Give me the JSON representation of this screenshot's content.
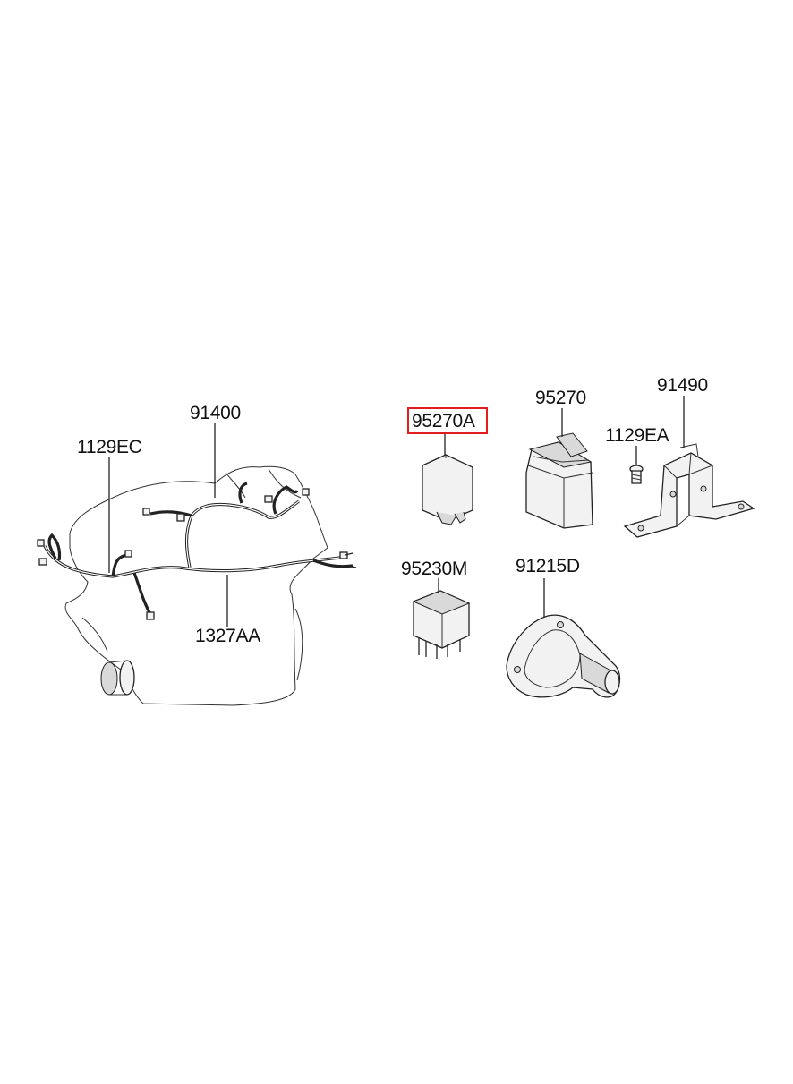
{
  "diagram": {
    "labels": {
      "p91400": "91400",
      "p1129EC": "1129EC",
      "p1327AA": "1327AA",
      "p95270A": "95270A",
      "p95270": "95270",
      "p91490": "91490",
      "p1129EA": "1129EA",
      "p95230M": "95230M",
      "p91215D": "91215D"
    },
    "highlighted_part": "95270A",
    "highlight_color": "#e31d1d",
    "line_color": "#222222",
    "fill_color": "#f2f2f2"
  }
}
